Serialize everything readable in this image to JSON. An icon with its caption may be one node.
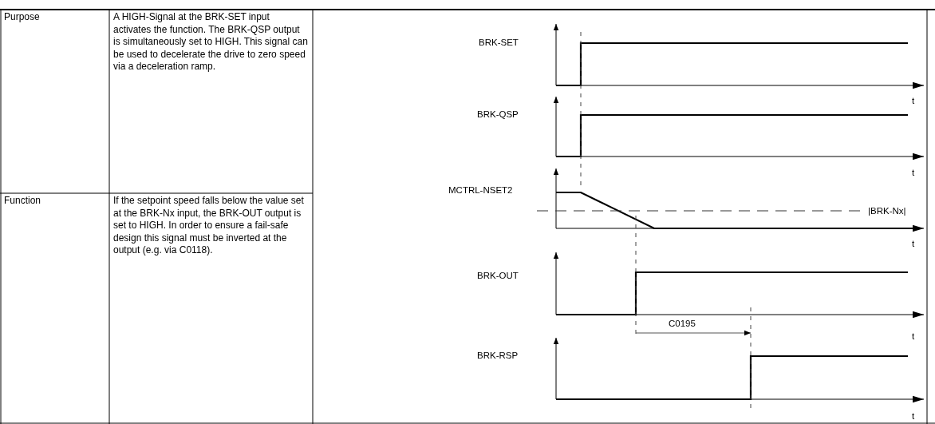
{
  "diagram": {
    "labels": [
      "Purpose",
      "A HIGH-Signal at the BRK-SET input activates the function. The BRK-QSP output is simultaneously set to HIGH. This signal can be used to decelerate the drive to zero speed via a deceleration ramp.",
      "Function",
      "If the setpoint speed falls below the value set at the BRK-Nx input, the BRK-OUT output is set to HIGH. In order to ensure a fail-safe design this signal must be inverted at the output (e.g. via C0118).",
      "BRK-SET",
      "t",
      "BRK-QSP",
      "t",
      "MCTRL-NSET2",
      "|BRK-Nx|",
      "t",
      "BRK-OUT",
      "C0195",
      "t",
      "BRK-RSP",
      "t"
    ]
  }
}
